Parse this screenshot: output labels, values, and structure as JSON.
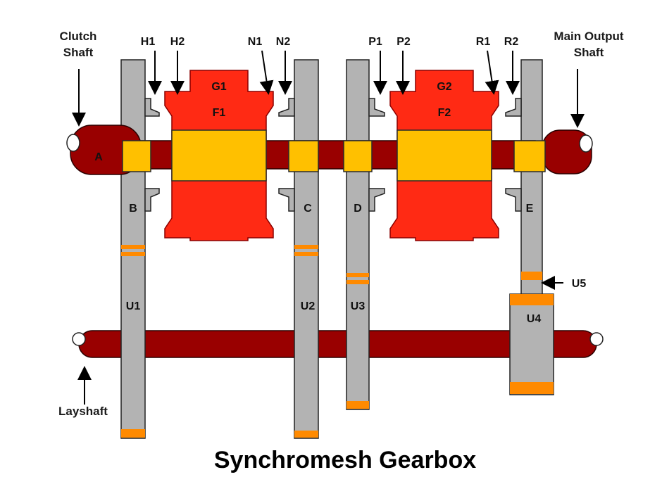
{
  "title": "Synchromesh Gearbox",
  "shafts": {
    "clutch": [
      "Clutch",
      "Shaft"
    ],
    "output": [
      "Main Output",
      "Shaft"
    ],
    "layshaft": "Layshaft"
  },
  "gears": {
    "A": "A",
    "B": "B",
    "C": "C",
    "D": "D",
    "E": "E",
    "G1": "G1",
    "F1": "F1",
    "G2": "G2",
    "F2": "F2",
    "U1": "U1",
    "U2": "U2",
    "U3": "U3",
    "U4": "U4",
    "U5": "U5"
  },
  "cones": {
    "H1": "H1",
    "H2": "H2",
    "N1": "N1",
    "N2": "N2",
    "P1": "P1",
    "P2": "P2",
    "R1": "R1",
    "R2": "R2"
  },
  "colors": {
    "shaft": "#990000",
    "gear": "#b3b3b3",
    "collar": "#ff2a14",
    "bearing": "#ffc000",
    "teeth": "#ff8a00"
  }
}
